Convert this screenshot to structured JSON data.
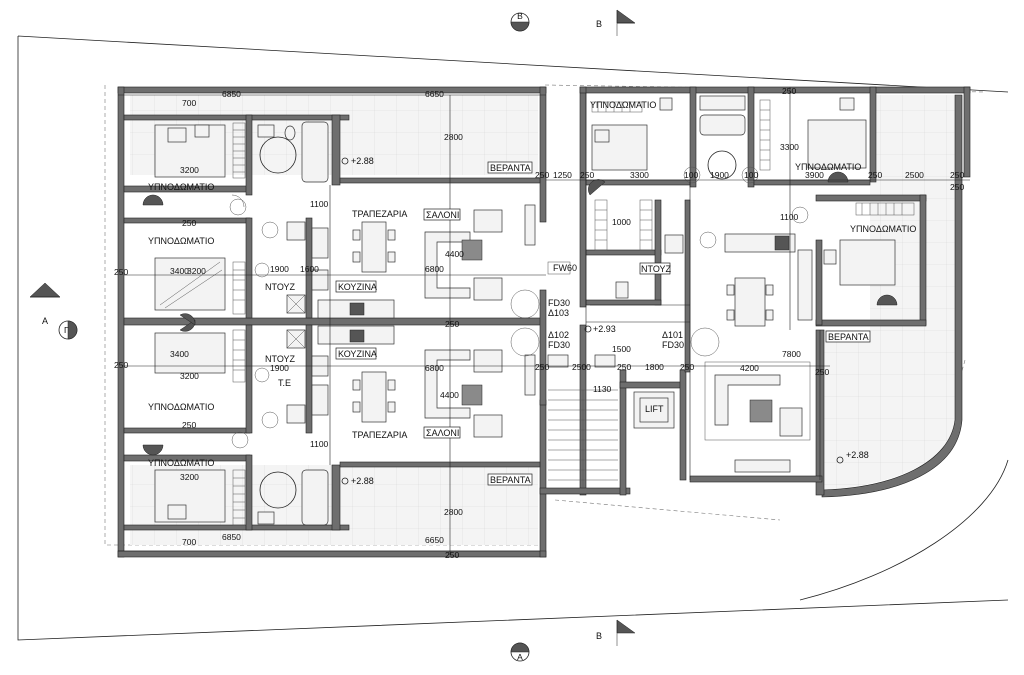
{
  "sections": {
    "top": "Β",
    "bottom": "Β",
    "left": "Α",
    "top_mark": "Β",
    "bottom_mark": "Α",
    "left_mark": "Γ"
  },
  "rooms": {
    "bedroom": "ΥΠΝΟΔΩΜΑΤΙΟ",
    "dining": "ΤΡΑΠΕΖΑΡΙΑ",
    "living": "ΣΑΛΟΝΙ",
    "kitchen": "ΚΟΥΖΙΝΑ",
    "wc": "ΝΤΟΥΖ",
    "veranda": "ΒΕΡΑΝΤΑ",
    "te": "Τ.Ε",
    "lift": "LIFT",
    "fw": "FW60",
    "fd": "FD30"
  },
  "doors": {
    "d101": "Δ101",
    "d102": "Δ102",
    "d103": "Δ103"
  },
  "levels": {
    "l1": "+2.88",
    "l2": "+2.93"
  },
  "dims": {
    "d700": "700",
    "d6850": "6850",
    "d6650": "6650",
    "d2800": "2800",
    "d3200": "3200",
    "d1100": "1100",
    "d4400": "4400",
    "d6800": "6800",
    "d3400": "3400",
    "d1900": "1900",
    "d1600": "1600",
    "d250": "250",
    "d1250": "1250",
    "d3300": "3300",
    "d100": "100",
    "d3900": "3900",
    "d2500": "2500",
    "d1000": "1000",
    "d1500": "1500",
    "d1800": "1800",
    "d4200": "4200",
    "d7800": "7800",
    "d1130": "1130"
  }
}
